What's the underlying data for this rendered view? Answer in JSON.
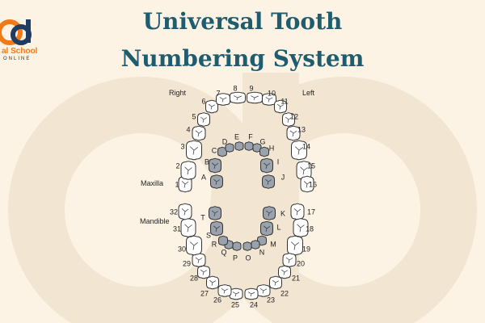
{
  "title": {
    "line1": "Universal Tooth",
    "line2": "Numbering System"
  },
  "logo": {
    "text": "al School",
    "sub": "ONLINE"
  },
  "labels": {
    "right": "Right",
    "left": "Left",
    "maxilla": "Maxilla",
    "mandible": "Mandible"
  },
  "colors": {
    "title": "#1f5d6e",
    "background": "#fcf3e4",
    "permanent_tooth": "#ffffff",
    "primary_tooth": "#9aa3ad",
    "outline": "#333333",
    "logo_orange": "#f07a18",
    "logo_navy": "#1f3c63"
  },
  "teeth": {
    "permanent": [
      "1",
      "2",
      "3",
      "4",
      "5",
      "6",
      "7",
      "8",
      "9",
      "10",
      "11",
      "12",
      "13",
      "14",
      "15",
      "16",
      "17",
      "18",
      "19",
      "20",
      "21",
      "22",
      "23",
      "24",
      "25",
      "26",
      "27",
      "28",
      "29",
      "30",
      "31",
      "32"
    ],
    "primary": [
      "A",
      "B",
      "C",
      "D",
      "E",
      "F",
      "G",
      "H",
      "I",
      "J",
      "K",
      "L",
      "M",
      "N",
      "O",
      "P",
      "Q",
      "R",
      "S",
      "T"
    ]
  }
}
